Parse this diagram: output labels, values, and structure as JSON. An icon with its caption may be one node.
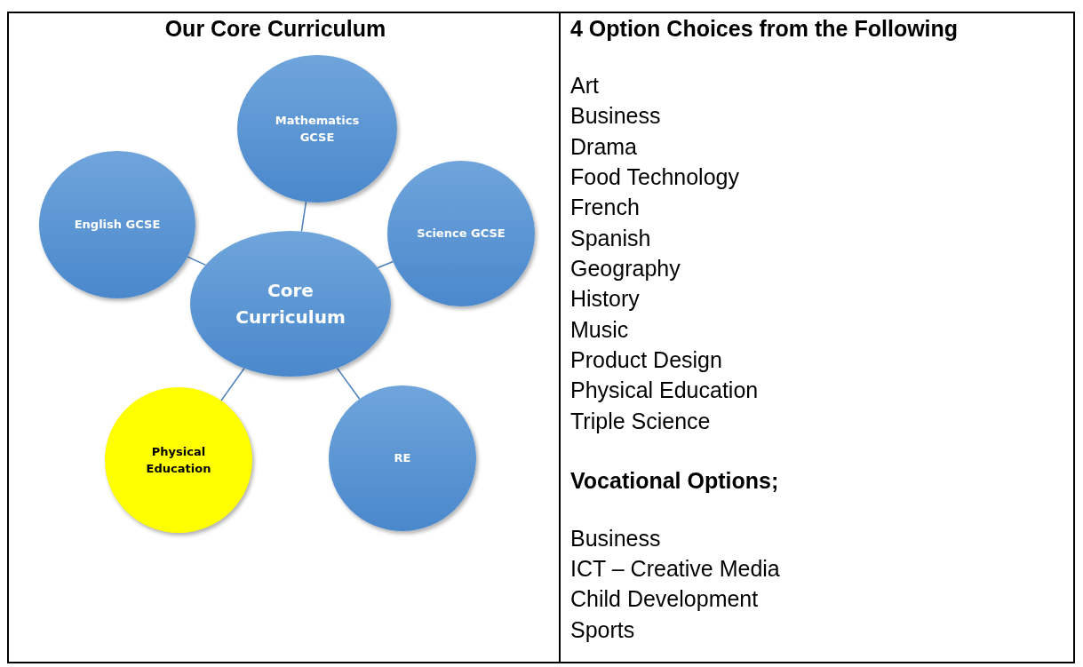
{
  "diagram": {
    "nodes": [
      {
        "text": [
          "Core Curriculum"
        ]
      },
      {
        "text": [
          "Mathematics GCSE"
        ]
      },
      {
        "text": [
          "English GCSE"
        ]
      },
      {
        "text": [
          "Science GCSE"
        ]
      },
      {
        "text": [
          "Physical Education"
        ]
      },
      {
        "text": [
          "RE"
        ]
      }
    ],
    "edges": [
      {
        "from": 0,
        "to": 1,
        "arrow": "none"
      },
      {
        "from": 0,
        "to": 2,
        "arrow": "none"
      },
      {
        "from": 0,
        "to": 3,
        "arrow": "none"
      },
      {
        "from": 0,
        "to": 4,
        "arrow": "none"
      },
      {
        "from": 0,
        "to": 5,
        "arrow": "none"
      }
    ],
    "labels": [
      "Our Core Curriculum",
      "4 Option Choices from the Following",
      "Art",
      "Business",
      "Drama",
      "Food Technology",
      "French",
      "Spanish",
      "Geography",
      "History",
      "Music",
      "Product Design",
      "Physical Education",
      "Triple Science",
      "Vocational Options;",
      "Business",
      "ICT – Creative Media",
      "Child Development",
      "Sports"
    ]
  }
}
